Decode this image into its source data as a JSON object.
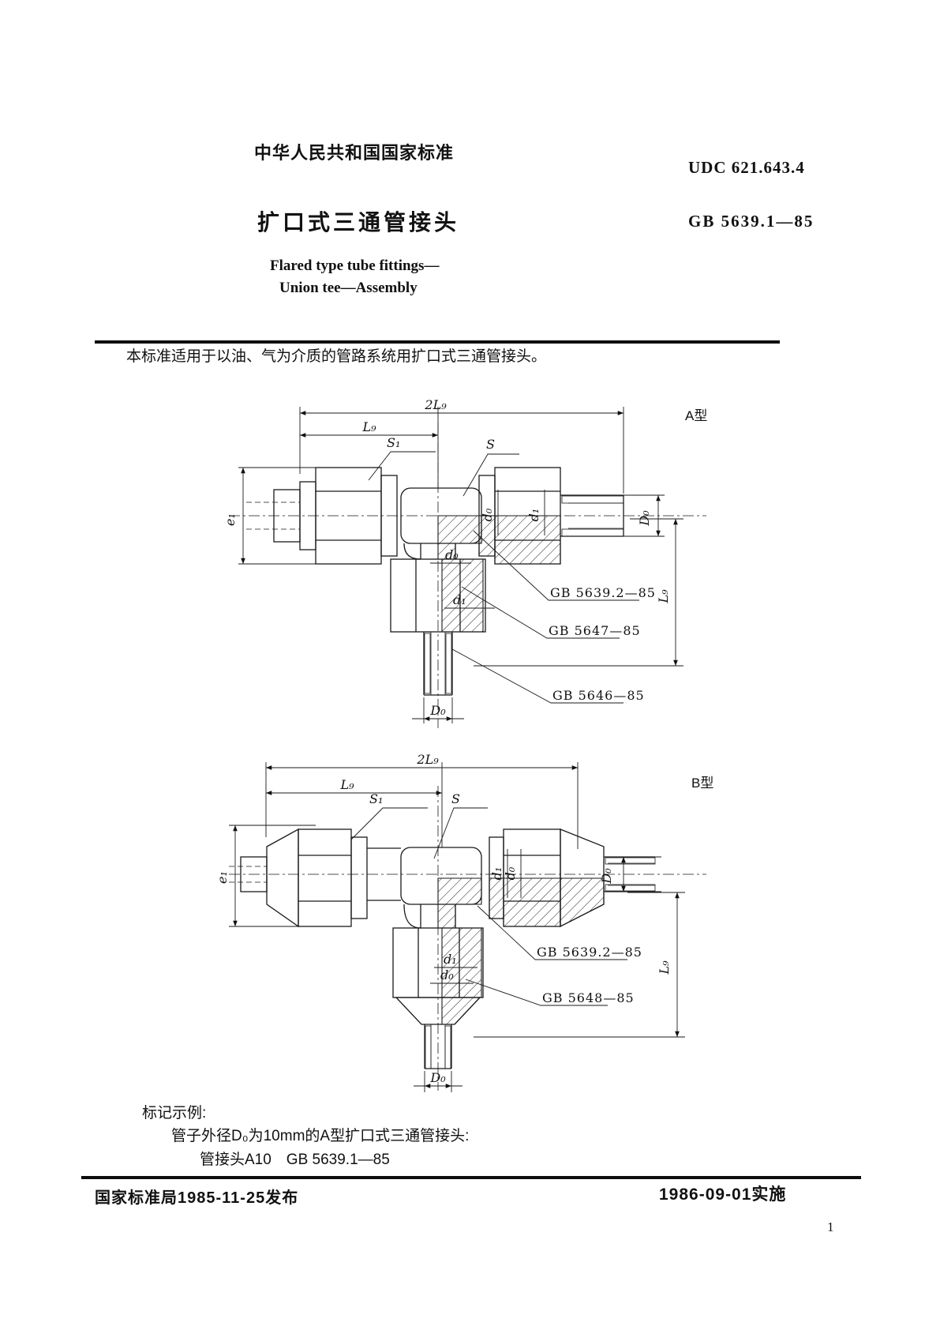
{
  "header": {
    "org_title": "中华人民共和国国家标准",
    "udc": "UDC 621.643.4",
    "title_zh": "扩口式三通管接头",
    "standard_no": "GB 5639.1—85",
    "title_en_1": "Flared type tube fittings—",
    "title_en_2": "Union tee—Assembly"
  },
  "intro": {
    "scope": "本标准适用于以油、气为介质的管路系统用扩口式三通管接头。"
  },
  "figure_a": {
    "type_label": "A型",
    "dims": {
      "total": "2L₉",
      "half": "L₉",
      "s1": "S₁",
      "s": "S",
      "e1": "e₁",
      "d0": "d₀",
      "d1": "d₁",
      "D0": "D₀",
      "L9": "L₉"
    },
    "refs": {
      "body": "GB 5639.2—85",
      "sleeve": "GB 5647—85",
      "nut": "GB 5646—85"
    }
  },
  "figure_b": {
    "type_label": "B型",
    "dims": {
      "total": "2L₉",
      "half": "L₉",
      "s1": "S₁",
      "s": "S",
      "e1": "e₁",
      "d0": "d₀",
      "d1": "d₁",
      "D0": "D₀",
      "L9": "L₉"
    },
    "refs": {
      "body": "GB 5639.2—85",
      "nut": "GB 5648—85"
    }
  },
  "example": {
    "heading": "标记示例:",
    "line1": "管子外径D₀为10mm的A型扩口式三通管接头:",
    "line2": "管接头A10　GB 5639.1—85"
  },
  "footer": {
    "issued": "国家标准局1985-11-25发布",
    "implemented": "1986-09-01实施",
    "page_no": "1"
  }
}
